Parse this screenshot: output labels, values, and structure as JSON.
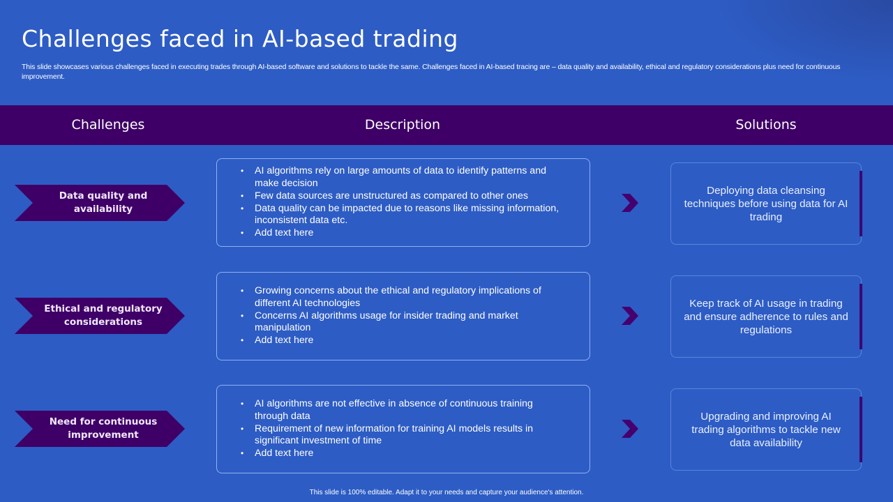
{
  "slide": {
    "title": "Challenges faced in AI-based trading",
    "subtitle": "This slide showcases various challenges faced in executing trades through AI-based software and solutions to tackle the same. Challenges faced in AI-based tracing are  – data quality and availability, ethical and regulatory considerations plus need for continuous improvement.",
    "footer": "This slide is 100% editable.  Adapt it to your needs and capture your audience's attention."
  },
  "table": {
    "headers": {
      "challenges": "Challenges",
      "description": "Description",
      "solutions": "Solutions"
    },
    "rows": [
      {
        "challenge": "Data quality and availability",
        "description": [
          "AI algorithms rely on large amounts of data to identify patterns and make decision",
          "Few data sources are unstructured as compared to other ones",
          "Data quality can be impacted due to reasons like missing information, inconsistent data etc.",
          "Add text here"
        ],
        "arrow_icon": "chevron-right-icon",
        "solution": "Deploying data cleansing techniques before using data for AI trading"
      },
      {
        "challenge": "Ethical and regulatory considerations",
        "description": [
          "Growing concerns about the ethical and regulatory implications of different AI technologies",
          "Concerns AI algorithms usage for insider trading and market manipulation",
          "Add text here"
        ],
        "arrow_icon": "chevron-right-icon",
        "solution": "Keep track of AI usage in trading and ensure adherence to rules and regulations"
      },
      {
        "challenge": "Need for continuous improvement",
        "description": [
          "AI algorithms are not effective in absence of continuous training through data",
          "Requirement of new information for training AI models results in significant investment of time",
          "Add text here"
        ],
        "arrow_icon": "chevron-right-icon",
        "solution": "Upgrading and improving AI trading algorithms to tackle new data availability"
      }
    ]
  },
  "colors": {
    "background": "#2d5cc4",
    "accent_purple": "#3e0066",
    "box_border": "#8fb2f2",
    "text": "#ffffff"
  }
}
